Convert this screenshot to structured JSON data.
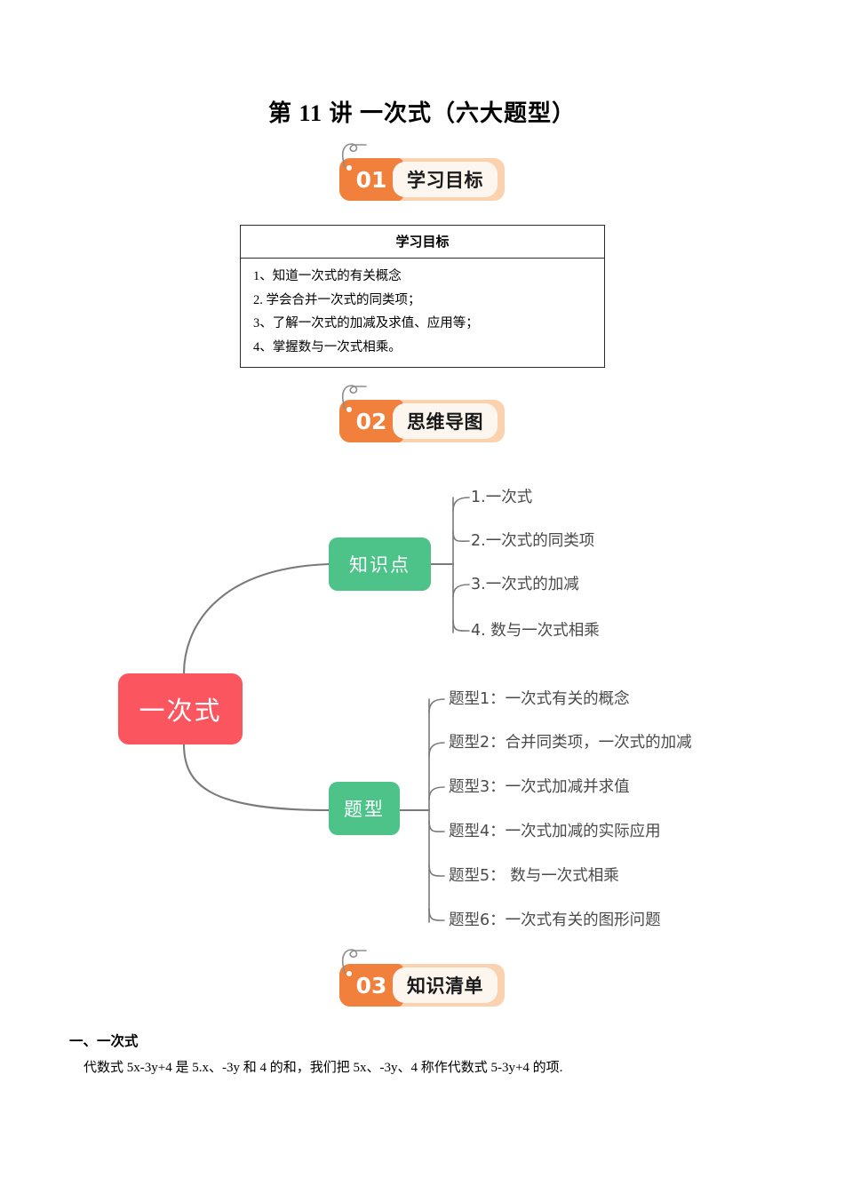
{
  "document": {
    "title": "第 11 讲 一次式（六大题型）"
  },
  "sections": [
    {
      "number": "01",
      "label": "学习目标"
    },
    {
      "number": "02",
      "label": "思维导图"
    },
    {
      "number": "03",
      "label": "知识清单"
    }
  ],
  "objectives_table": {
    "header": "学习目标",
    "rows": [
      "1、知道一次式的有关概念",
      "2. 学会合并一次式的同类项；",
      "3、了解一次式的加减及求值、应用等；",
      "4、掌握数与一次式相乘。"
    ]
  },
  "mindmap": {
    "root": "一次式",
    "branches": [
      {
        "title": "知识点",
        "leaves": [
          "1.一次式",
          "2.一次式的同类项",
          "3.一次式的加减",
          "4. 数与一次式相乘"
        ]
      },
      {
        "title": "题型",
        "leaves": [
          "题型1：一次式有关的概念",
          "题型2：合并同类项，一次式的加减",
          "题型3：一次式加减并求值",
          "题型4：一次式加减的实际应用",
          "题型5： 数与一次式相乘",
          "题型6：一次式有关的图形问题"
        ]
      }
    ],
    "colors": {
      "root": "#fb5560",
      "branch": "#4dc38a",
      "connector": "#7a7a7a"
    }
  },
  "knowledge_list": {
    "heading": "一、一次式",
    "paragraph": "代数式 5x-3y+4 是 5.x、-3y 和 4 的和，我们把 5x、-3y、4 称作代数式 5-3y+4 的项."
  },
  "theme": {
    "badge_orange": "#f0803c",
    "badge_light": "#fbd2b0",
    "badge_inner": "#fdf6ef"
  }
}
